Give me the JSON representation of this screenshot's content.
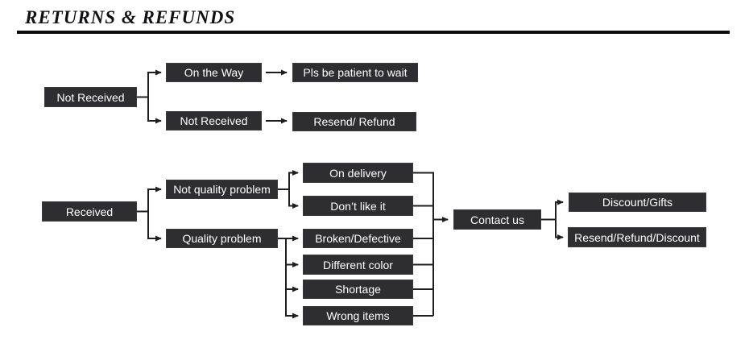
{
  "header": {
    "title": "RETURNS & REFUNDS"
  },
  "flowchart": {
    "not_received_branch": {
      "root": "Not Received",
      "on_the_way": "On the Way",
      "on_the_way_result": "Pls be patient to wait",
      "not_received": "Not Received",
      "not_received_result": "Resend/ Refund"
    },
    "received_branch": {
      "root": "Received",
      "not_quality_problem": "Not quality problem",
      "quality_problem": "Quality problem",
      "not_quality_reasons": [
        "On delivery",
        "Don’t like it"
      ],
      "quality_reasons": [
        "Broken/Defective",
        "Different color",
        "Shortage",
        "Wrong items"
      ],
      "contact": "Contact us",
      "outcomes": [
        "Discount/Gifts",
        "Resend/Refund/Discount"
      ]
    },
    "colors": {
      "node_background": "#2e2e30",
      "node_text": "#ffffff",
      "connector": "#1f1f21",
      "title_text": "#111113"
    }
  }
}
